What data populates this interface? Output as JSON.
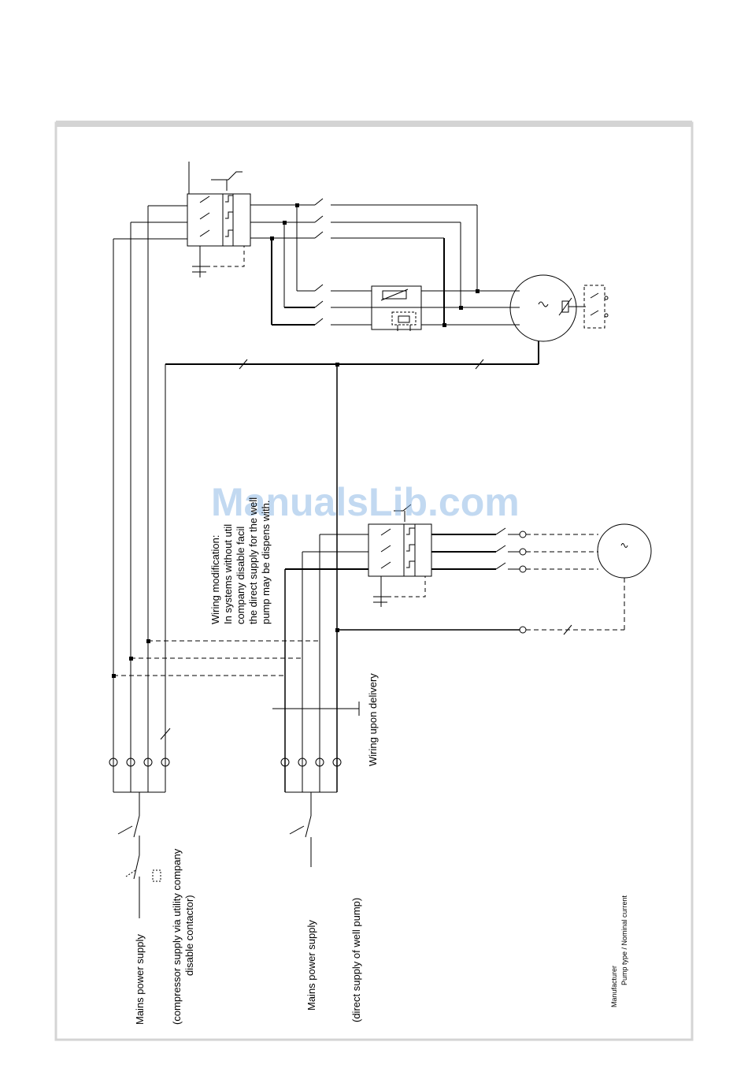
{
  "watermark": "ManualsLib.com",
  "notes": {
    "wiring_modification": [
      "Wiring modification:",
      "In systems without util",
      "company disable facil",
      "the direct supply for the well",
      "pump may be dispens with."
    ],
    "wiring_upon_delivery": "Wiring upon delivery"
  },
  "labels": {
    "mains_1": "Mains power supply",
    "mains_1_sub_1": "(compressor supply via utility company",
    "mains_1_sub_2": "disable contactor)",
    "mains_2": "Mains power supply",
    "mains_2_sub": "(direct supply of well pump)",
    "manufacturer": "Manufacturer",
    "pump_type": "Pump type / Nominal current"
  },
  "colors": {
    "frame": "#d4d4d4",
    "line": "#000000",
    "watermark": "#78aae1"
  }
}
